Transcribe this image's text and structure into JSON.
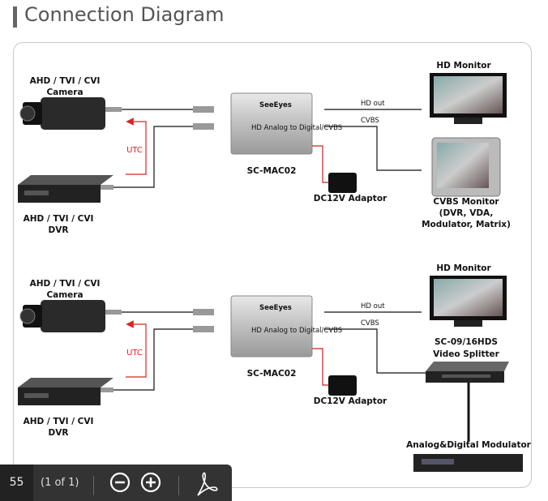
{
  "page": {
    "title": "Connection Diagram"
  },
  "diagram": {
    "top": {
      "camera_label_1": "AHD / TVI / CVI",
      "camera_label_2": "Camera",
      "dvr_label_1": "AHD / TVI / CVI",
      "dvr_label_2": "DVR",
      "utc": "UTC",
      "converter": "SC-MAC02",
      "adaptor": "DC12V Adaptor",
      "hd_out": "HD out",
      "cvbs": "CVBS",
      "hd_monitor": "HD Monitor",
      "cvbs_monitor_1": "CVBS Monitor",
      "cvbs_monitor_2": "(DVR, VDA,",
      "cvbs_monitor_3": "Modulator, Matrix)"
    },
    "bottom": {
      "camera_label_1": "AHD / TVI / CVI",
      "camera_label_2": "Camera",
      "dvr_label_1": "AHD / TVI / CVI",
      "dvr_label_2": "DVR",
      "utc": "UTC",
      "converter": "SC-MAC02",
      "adaptor": "DC12V Adaptor",
      "hd_out": "HD out",
      "cvbs": "CVBS",
      "hd_monitor": "HD Monitor",
      "splitter_1": "SC-09/16HDS",
      "splitter_2": "Video Splitter",
      "modulator": "Analog&Digital Modulator"
    },
    "colors": {
      "utc_arrow": "#d22222",
      "power_line": "#cc2222",
      "cable": "#111111"
    }
  },
  "toolbar": {
    "page_number": "55",
    "page_of": "(1 of 1)",
    "icons": [
      "zoom-out-icon",
      "zoom-in-icon",
      "acrobat-icon"
    ]
  }
}
